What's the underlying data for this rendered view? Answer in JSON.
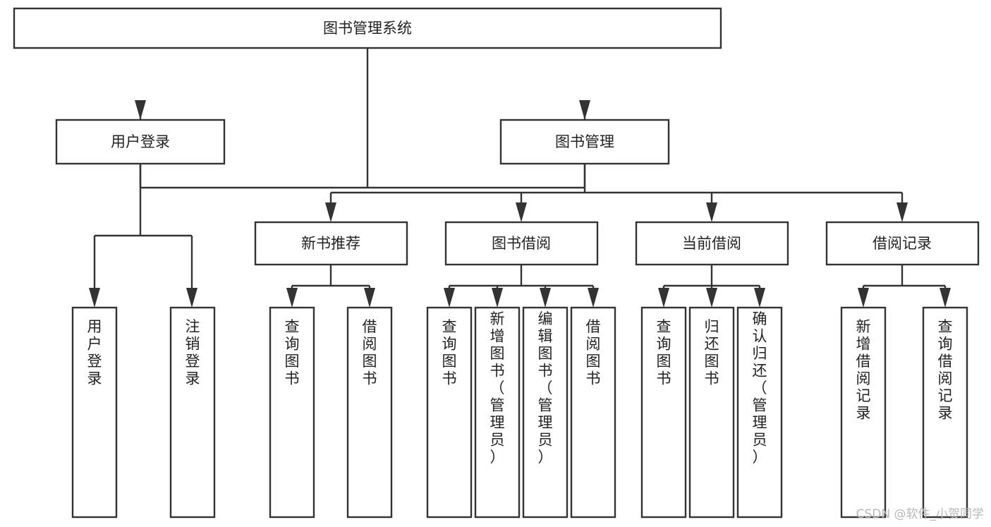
{
  "diagram": {
    "title": "图书管理系统",
    "type": "tree",
    "watermark": "CSDN @软件_小贺同学",
    "accent_color": "#333333",
    "background_color": "#ffffff",
    "nodes": {
      "root": {
        "label": "图书管理系统"
      },
      "level2": [
        {
          "label": "用户登录"
        },
        {
          "label": "图书管理"
        }
      ],
      "level3": [
        {
          "label": "新书推荐"
        },
        {
          "label": "图书借阅"
        },
        {
          "label": "当前借阅"
        },
        {
          "label": "借阅记录"
        }
      ],
      "leaves": [
        {
          "label": "用户登录",
          "parent": "用户登录"
        },
        {
          "label": "注销登录",
          "parent": "用户登录"
        },
        {
          "label": "查询图书",
          "parent": "新书推荐"
        },
        {
          "label": "借阅图书",
          "parent": "新书推荐"
        },
        {
          "label": "查询图书",
          "parent": "图书借阅"
        },
        {
          "label": "新增图书（管理员）",
          "parent": "图书借阅"
        },
        {
          "label": "编辑图书（管理员）",
          "parent": "图书借阅"
        },
        {
          "label": "借阅图书",
          "parent": "图书借阅"
        },
        {
          "label": "查询图书",
          "parent": "当前借阅"
        },
        {
          "label": "归还图书",
          "parent": "当前借阅"
        },
        {
          "label": "确认归还（管理员）",
          "parent": "当前借阅"
        },
        {
          "label": "新增借阅记录",
          "parent": "借阅记录"
        },
        {
          "label": "查询借阅记录",
          "parent": "借阅记录"
        }
      ]
    }
  }
}
